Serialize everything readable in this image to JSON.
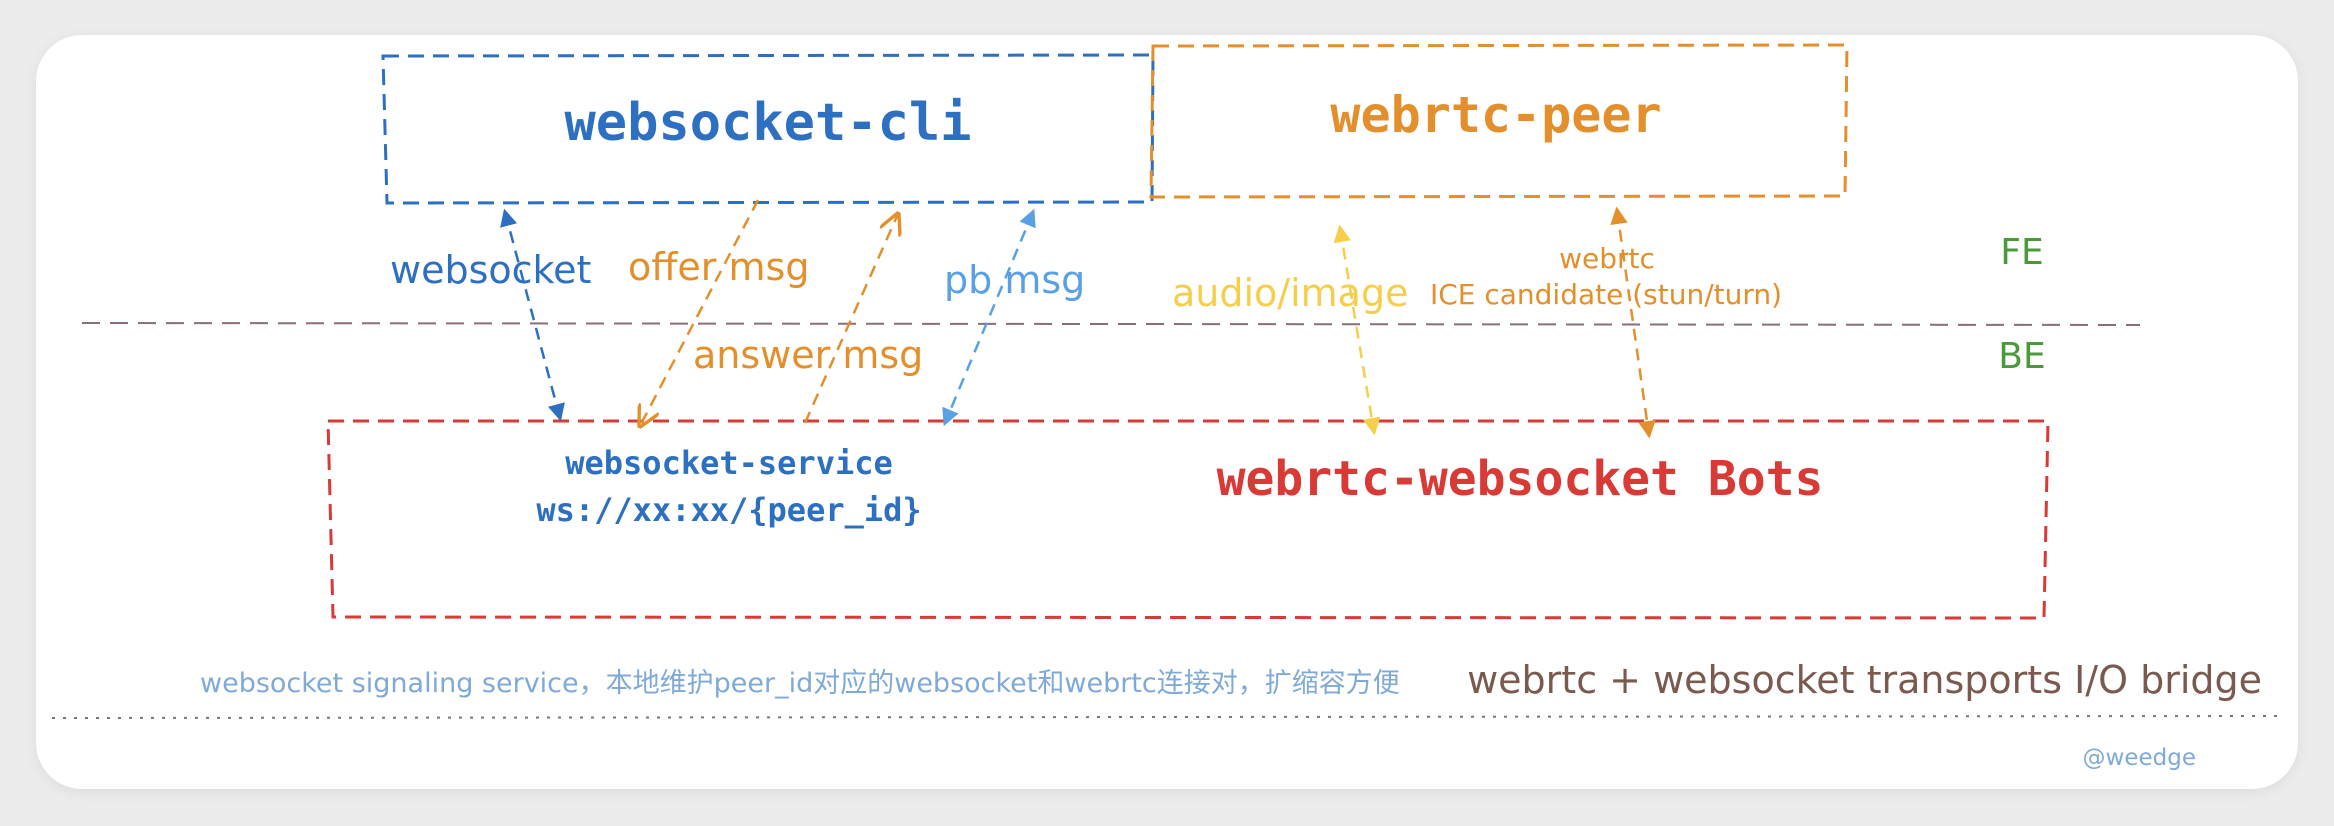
{
  "nodes": {
    "websocket_cli": "websocket-cli",
    "webrtc_peer": "webrtc-peer",
    "service_name": "websocket-service",
    "service_url": "ws://xx:xx/{peer_id}",
    "bots": "webrtc-websocket Bots"
  },
  "edges": {
    "websocket": "websocket",
    "offer_msg": "offer msg",
    "answer_msg": "answer msg",
    "pb_msg": "pb msg",
    "audio_image": "audio/image",
    "webrtc": "webrtc",
    "ice_candidate": "ICE candidate (stun/turn)"
  },
  "layers": {
    "fe": "FE",
    "be": "BE"
  },
  "footer": {
    "note": "websocket signaling service，本地维护peer_id对应的websocket和webrtc连接对，扩缩容方便",
    "bridge": "webrtc + websocket transports I/O bridge",
    "credit": "@weedge"
  },
  "colors": {
    "blue": "#2d6fc0",
    "light_blue": "#5aa0e4",
    "orange": "#e38f2b",
    "yellow": "#f5cf4a",
    "red": "#d83a36",
    "green": "#4a9a3a",
    "brown": "#7a5a4e",
    "note_blue": "#7faad8",
    "divider": "#8a6d7a"
  }
}
